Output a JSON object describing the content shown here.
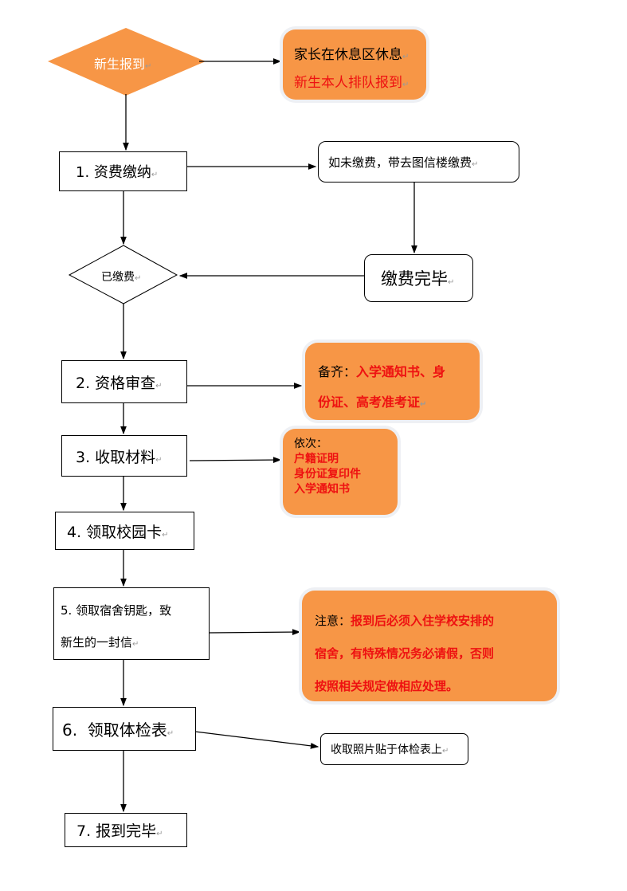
{
  "start": {
    "label": "新生报到"
  },
  "note_parents": {
    "line1": "家长在休息区休息",
    "line2": "新生本人排队报到"
  },
  "step1": {
    "label": "1. 资费缴纳"
  },
  "note_unpaid": {
    "label": "如未缴费，带去图信楼缴费"
  },
  "paid_done": {
    "label": "缴费完毕"
  },
  "decision_paid": {
    "label": "已缴费"
  },
  "step2": {
    "label": "2. 资格审查"
  },
  "note_prepare": {
    "prefix": "备齐：",
    "items_line1": "入学通知书、身",
    "items_line2": "份证、高考准考证"
  },
  "step3": {
    "label": "3. 收取材料"
  },
  "note_order": {
    "prefix": "依次：",
    "items": [
      "户籍证明",
      "身份证复印件",
      "入学通知书"
    ]
  },
  "step4": {
    "label": "4. 领取校园卡"
  },
  "step5": {
    "line1": "5. 领取宿舍钥匙，致",
    "line2": "新生的一封信"
  },
  "note_attention": {
    "prefix": "注意：",
    "line1": "报到后必须入住学校安排的",
    "line2": "宿舍，有特殊情况务必请假，否则",
    "line3": "按照相关规定做相应处理。"
  },
  "step6": {
    "label": "6.  领取体检表"
  },
  "note_photo": {
    "label": "收取照片贴于体检表上"
  },
  "step7": {
    "label": "7. 报到完毕"
  },
  "colors": {
    "orange": "#F79646",
    "red": "#EE1111"
  }
}
